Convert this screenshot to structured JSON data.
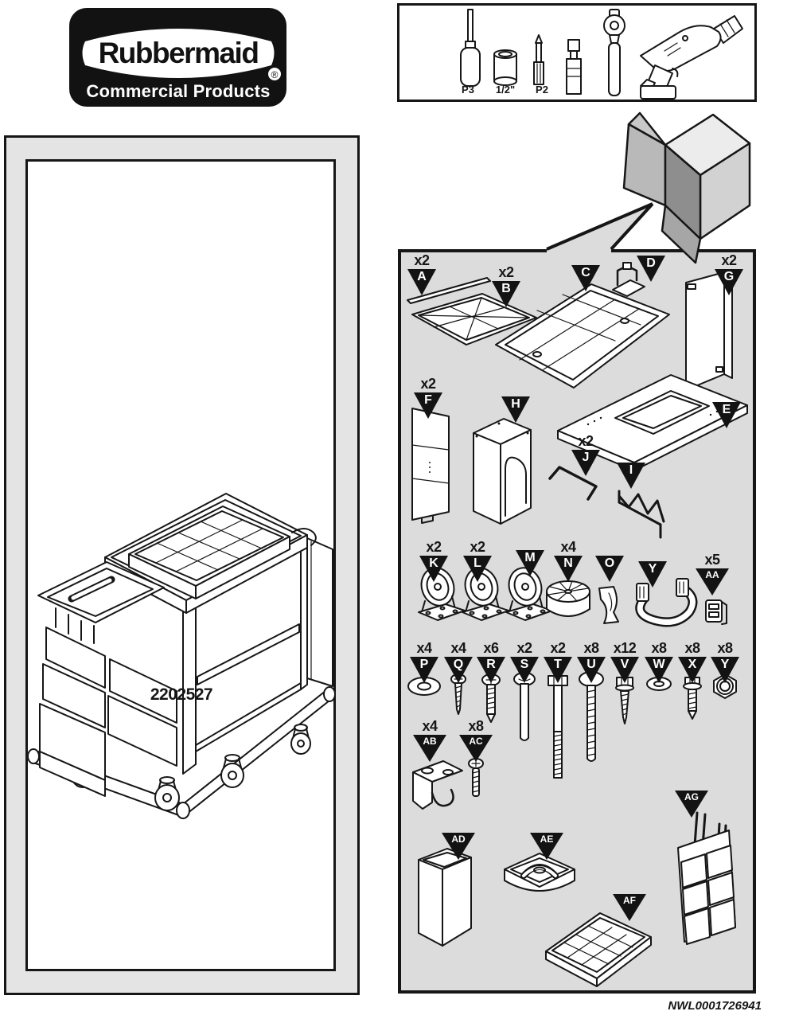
{
  "logo": {
    "brand": "Rubbermaid",
    "subtitle": "Commercial Products",
    "registered": "®"
  },
  "toolbox": {
    "labels": [
      {
        "label": "P3"
      },
      {
        "label": "1/2\""
      },
      {
        "label": "P2"
      }
    ],
    "tools": [
      "phillips-screwdriver",
      "half-inch-socket",
      "phillips-bit",
      "socket-adapter",
      "ratchet",
      "cordless-drill"
    ]
  },
  "product_panel": {
    "model_number": "2202527"
  },
  "parts_panel": {
    "parts": [
      {
        "id": "A",
        "qty": "x2"
      },
      {
        "id": "B",
        "qty": "x2"
      },
      {
        "id": "C"
      },
      {
        "id": "D"
      },
      {
        "id": "G",
        "qty": "x2"
      },
      {
        "id": "F",
        "qty": "x2"
      },
      {
        "id": "H"
      },
      {
        "id": "E"
      },
      {
        "id": "J",
        "qty": "x2"
      },
      {
        "id": "I"
      },
      {
        "id": "K",
        "qty": "x2"
      },
      {
        "id": "L",
        "qty": "x2"
      },
      {
        "id": "M"
      },
      {
        "id": "N",
        "qty": "x4"
      },
      {
        "id": "O"
      },
      {
        "id": "Y"
      },
      {
        "id": "AA",
        "qty": "x5"
      },
      {
        "id": "P",
        "qty": "x4"
      },
      {
        "id": "Q",
        "qty": "x4"
      },
      {
        "id": "R",
        "qty": "x6"
      },
      {
        "id": "S",
        "qty": "x2"
      },
      {
        "id": "T",
        "qty": "x2"
      },
      {
        "id": "U",
        "qty": "x8"
      },
      {
        "id": "V",
        "qty": "x12"
      },
      {
        "id": "W",
        "qty": "x8"
      },
      {
        "id": "X",
        "qty": "x8"
      },
      {
        "id": "Y",
        "qty": "x8"
      },
      {
        "id": "AB",
        "qty": "x4"
      },
      {
        "id": "AC",
        "qty": "x8"
      },
      {
        "id": "AD"
      },
      {
        "id": "AE"
      },
      {
        "id": "AF"
      },
      {
        "id": "AG"
      }
    ]
  },
  "footer": {
    "doc_code": "NWL0001726941"
  },
  "colors": {
    "line": "#161616",
    "panel_gray": "#dcdcdc",
    "frame_gray": "#e4e4e4",
    "box_light": "#ececec",
    "box_mid": "#c9c9c9",
    "box_dark": "#8e8e8e"
  }
}
